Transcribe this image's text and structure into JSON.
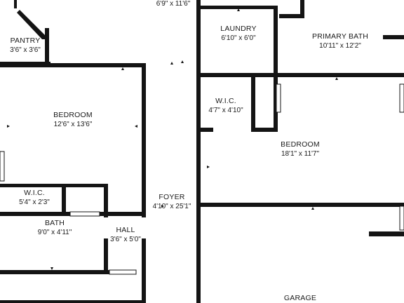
{
  "rooms": {
    "top_hall": {
      "dims": "6'9\" x 11'6\""
    },
    "pantry": {
      "name": "PANTRY",
      "dims": "3'6\" x 3'6\""
    },
    "laundry": {
      "name": "LAUNDRY",
      "dims": "6'10\" x 6'0\""
    },
    "primary_bath": {
      "name": "PRIMARY BATH",
      "dims": "10'11\" x 12'2\""
    },
    "bedroom_left": {
      "name": "BEDROOM",
      "dims": "12'6\" x 13'6\""
    },
    "wic_right": {
      "name": "W.I.C.",
      "dims": "4'7\" x 4'10\""
    },
    "bedroom_right": {
      "name": "BEDROOM",
      "dims": "18'1\" x 11'7\""
    },
    "wic_left": {
      "name": "W.I.C.",
      "dims": "5'4\" x 2'3\""
    },
    "foyer": {
      "name": "FOYER",
      "dims": "4'10\" x 25'1\""
    },
    "bath": {
      "name": "BATH",
      "dims": "9'0\" x 4'11\""
    },
    "hall": {
      "name": "HALL",
      "dims": "3'6\" x 5'0\""
    },
    "garage": {
      "name": "GARAGE"
    }
  },
  "colors": {
    "wall": "#141414",
    "text": "#1a1a1a",
    "background": "#ffffff"
  }
}
